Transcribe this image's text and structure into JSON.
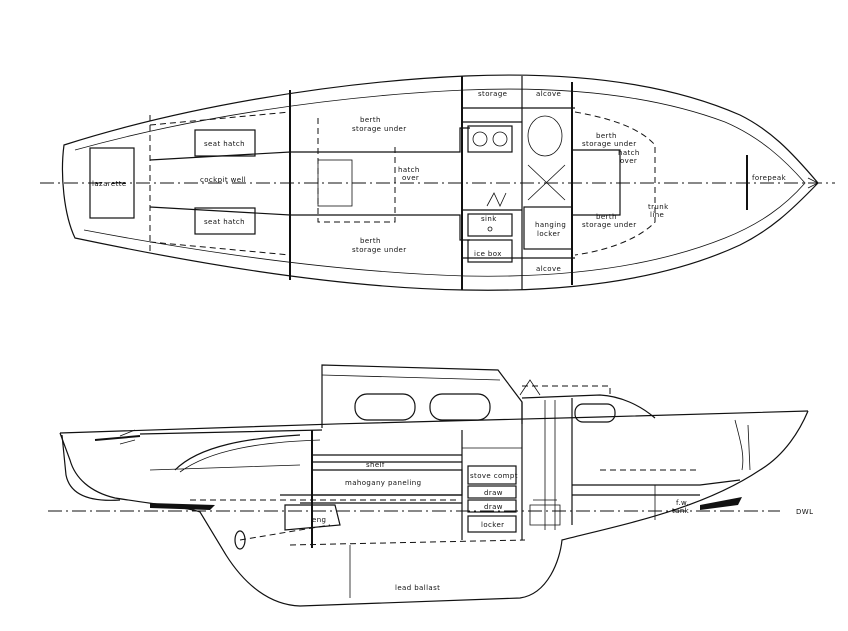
{
  "plan_labels": {
    "lazarette": "lazarette",
    "seat_hatch_top": "seat hatch",
    "seat_hatch_bottom": "seat hatch",
    "cockpit_well": "cockpit well",
    "berth_upper_1": "berth",
    "berth_upper_2": "storage under",
    "berth_lower_1": "berth",
    "berth_lower_2": "storage under",
    "hatch_over_aft_1": "hatch",
    "hatch_over_aft_2": "over",
    "storage": "storage",
    "alcove_top": "alcove",
    "alcove_bottom": "alcove",
    "sink": "sink",
    "ice_box": "ice box",
    "hanging_locker_1": "hanging",
    "hanging_locker_2": "locker",
    "vberth_upper_1": "berth",
    "vberth_upper_2": "storage under",
    "vberth_lower_1": "berth",
    "vberth_lower_2": "storage under",
    "hatch_over_fwd_1": "hatch",
    "hatch_over_fwd_2": "over",
    "trunk_line_1": "trunk",
    "trunk_line_2": "line",
    "forepeak": "forepeak"
  },
  "profile_labels": {
    "shelf": "shelf",
    "mahogany_paneling": "mahogany paneling",
    "stove_compt": "stove compt",
    "drawer_1": "draw",
    "drawer_2": "draw",
    "locker": "locker",
    "engine": "eng",
    "fw_tank_1": "f.w.",
    "fw_tank_2": "tank",
    "dwl": "DWL",
    "lead_ballast": "lead ballast"
  },
  "colors": {
    "ink": "#111111",
    "paper": "#ffffff"
  }
}
